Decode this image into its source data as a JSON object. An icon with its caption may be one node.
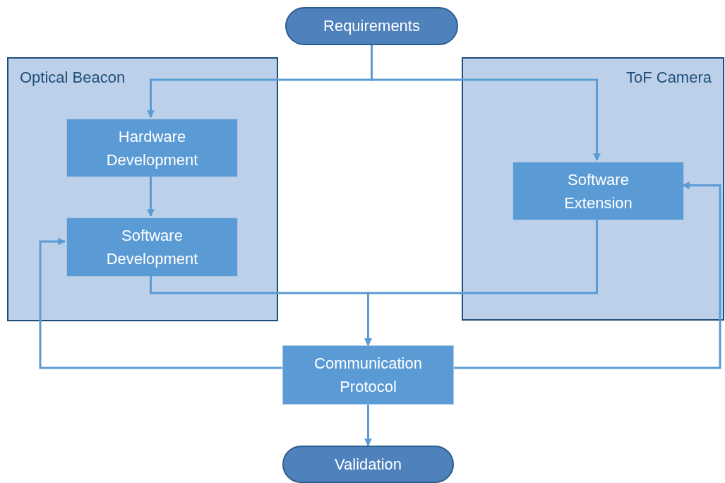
{
  "diagram": {
    "nodes": [
      {
        "text": [
          "Requirements"
        ]
      },
      {
        "text": [
          "Optical Beacon"
        ]
      },
      {
        "text": [
          "Hardware Development"
        ],
        "in": 1
      },
      {
        "text": [
          "Software Development"
        ],
        "in": 1
      },
      {
        "text": [
          "ToF Camera"
        ]
      },
      {
        "text": [
          "Software Extension"
        ],
        "in": 4
      },
      {
        "text": [
          "Communication Protocol"
        ]
      },
      {
        "text": [
          "Validation"
        ]
      }
    ],
    "edges": [
      {
        "from": 0,
        "to": 2,
        "arrow": "to"
      },
      {
        "from": 0,
        "to": 5,
        "arrow": "to"
      },
      {
        "from": 2,
        "to": 3,
        "arrow": "to"
      },
      {
        "from": 3,
        "to": 6,
        "arrow": "to"
      },
      {
        "from": 5,
        "to": 6,
        "arrow": "to"
      },
      {
        "from": 6,
        "to": 3,
        "arrow": "to"
      },
      {
        "from": 6,
        "to": 5,
        "arrow": "to"
      },
      {
        "from": 6,
        "to": 7,
        "arrow": "to"
      }
    ]
  }
}
